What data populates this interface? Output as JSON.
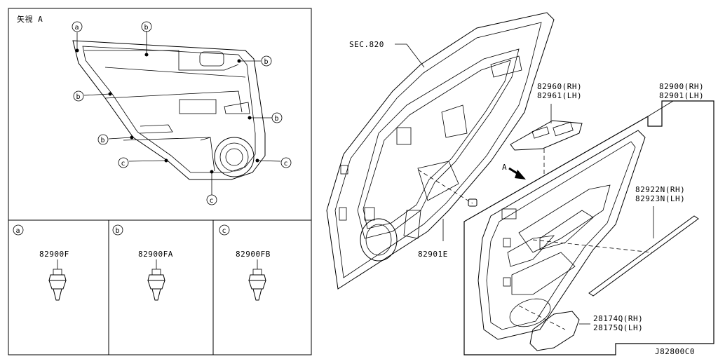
{
  "view_label": "矢視 A",
  "callout_letters": {
    "a": "a",
    "b": "b",
    "c": "c"
  },
  "parts": {
    "clip_a": "82900F",
    "clip_b": "82900FA",
    "clip_c": "82900FB",
    "sec": "SEC.820",
    "switch_rh": "82960(RH)",
    "switch_lh": "82961(LH)",
    "finisher_rh": "82900(RH)",
    "finisher_lh": "82901(LH)",
    "clip_e": "82901E",
    "strip_rh": "82922N(RH)",
    "strip_lh": "82923N(LH)",
    "cover_rh": "28174Q(RH)",
    "cover_lh": "28175Q(LH)"
  },
  "arrow_label": "A",
  "diagram_code": "J82800C0"
}
